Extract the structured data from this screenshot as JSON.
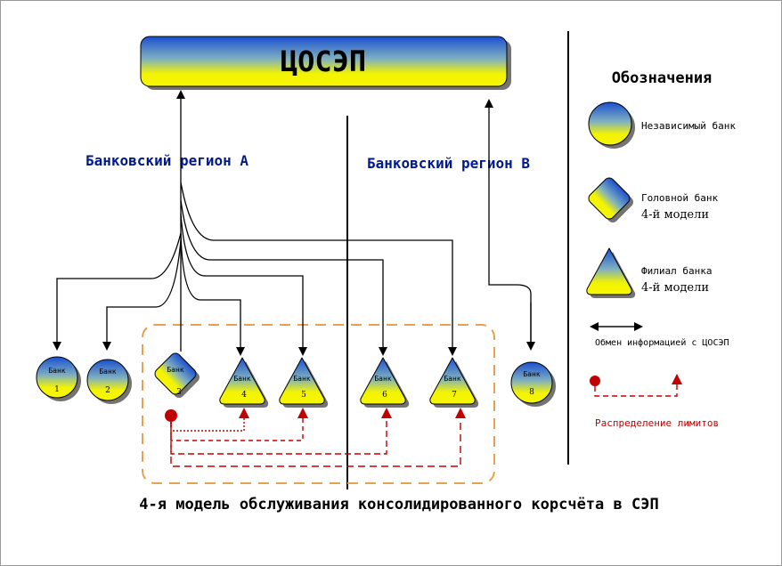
{
  "diagram": {
    "center_label": "ЦОСЭП",
    "region_a": "Банковский регион А",
    "region_b": "Банковский регион В",
    "caption": "4-я модель обслуживания консолидированного корсчёта в СЭП",
    "banks": [
      {
        "label": "Банк",
        "number": "1",
        "shape": "circle"
      },
      {
        "label": "Банк",
        "number": "2",
        "shape": "circle"
      },
      {
        "label": "Банк",
        "number": "3",
        "shape": "diamond"
      },
      {
        "label": "Банк",
        "number": "4",
        "shape": "triangle"
      },
      {
        "label": "Банк",
        "number": "5",
        "shape": "triangle"
      },
      {
        "label": "Банк",
        "number": "6",
        "shape": "triangle"
      },
      {
        "label": "Банк",
        "number": "7",
        "shape": "triangle"
      },
      {
        "label": "Банк",
        "number": "8",
        "shape": "circle"
      }
    ]
  },
  "legend": {
    "title": "Обозначения",
    "independent_bank": "Независимый банк",
    "head_bank_line1": "Головной банк",
    "head_bank_line2": "4-й модели",
    "branch_line1": "Филиал банка",
    "branch_line2": "4-й модели",
    "exchange": "Обмен информацией с ЦОСЭП",
    "limits": "Распределение лимитов"
  },
  "colors": {
    "blue": "#1a5ad8",
    "yellow": "#f6f600",
    "dark_blue_text": "#001a8c",
    "limits_red": "#c00000",
    "dashed_orange": "#e8a050"
  }
}
